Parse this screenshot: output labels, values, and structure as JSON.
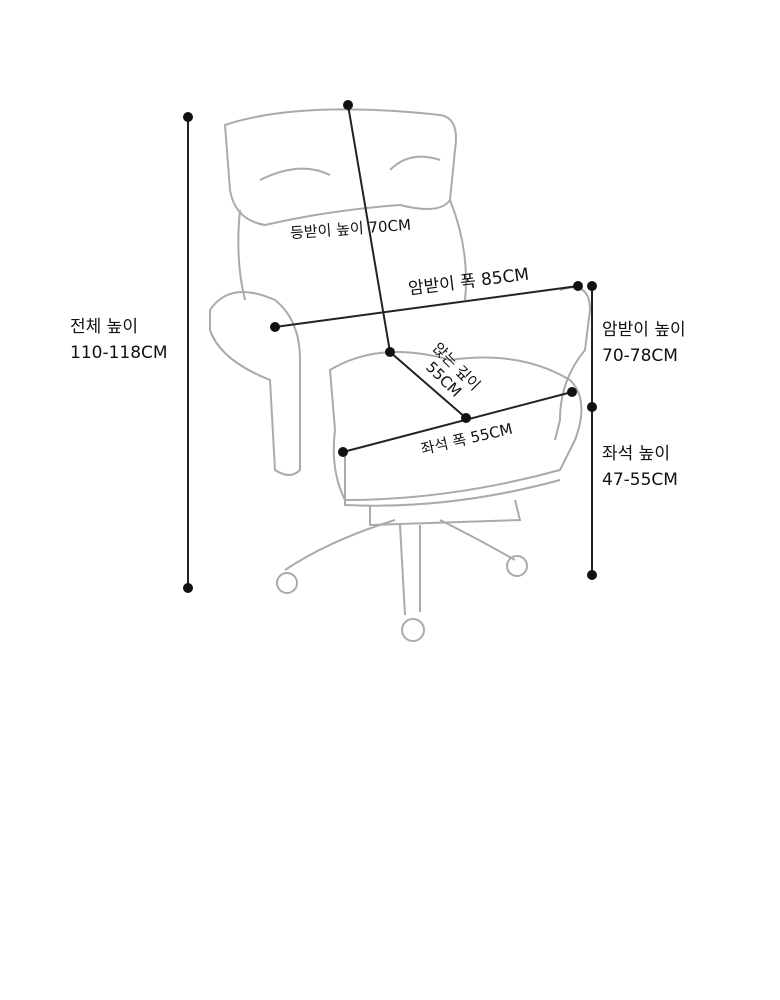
{
  "labels": {
    "total_height_title": "전체 높이",
    "total_height_value": "110-118CM",
    "back_height": "등받이 높이 70CM",
    "armrest_width": "암받이 폭 85CM",
    "seat_depth_title": "앉는 깊이",
    "seat_depth_value": "55CM",
    "seat_width": "좌석 폭 55CM",
    "armrest_height_title": "암받이 높이",
    "armrest_height_value": "70-78CM",
    "seat_height_title": "좌석 높이",
    "seat_height_value": "47-55CM"
  }
}
